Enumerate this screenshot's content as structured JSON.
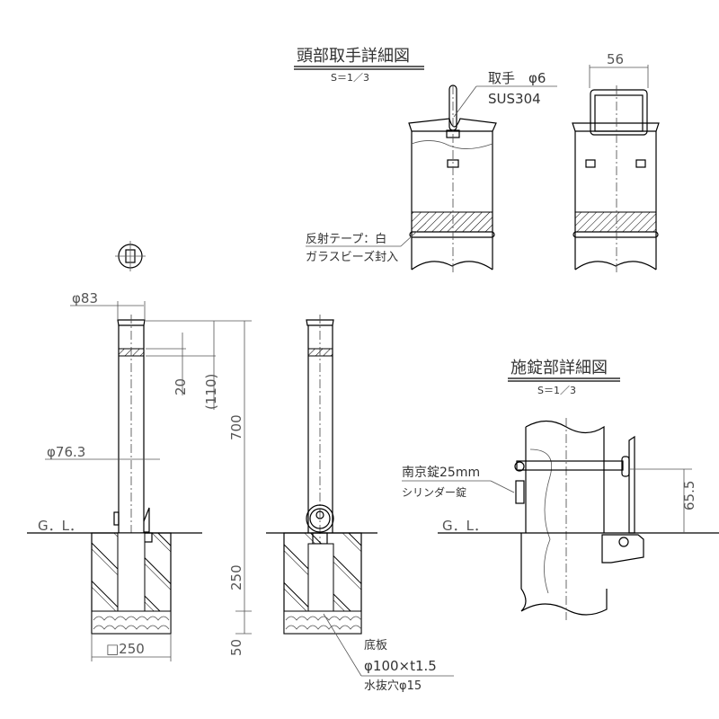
{
  "head_detail": {
    "title": "頭部取手詳細図",
    "scale": "S＝1／3",
    "handle_label": "取手　φ6",
    "handle_material": "SUS304",
    "tape_label": "反射テープ：白",
    "tape_note": "ガラスビーズ封入",
    "handle_width": "56"
  },
  "elevation": {
    "cap_diameter": "φ83",
    "pipe_diameter": "φ76.3",
    "band_height": "20",
    "band_offset": "(110)",
    "height": "700",
    "gl_label": "G．L．",
    "embed_depth": "250",
    "base_depth": "50",
    "foundation_size": "□250",
    "base_plate_label": "底板",
    "base_plate_spec": "φ100×t1.5",
    "drain_hole": "水抜穴φ15"
  },
  "lock_detail": {
    "title": "施錠部詳細図",
    "scale": "S＝1／3",
    "padlock_label": "南京錠25mm",
    "cylinder_label": "シリンダー錠",
    "lock_height": "65.5",
    "gl_label": "G．L．"
  }
}
